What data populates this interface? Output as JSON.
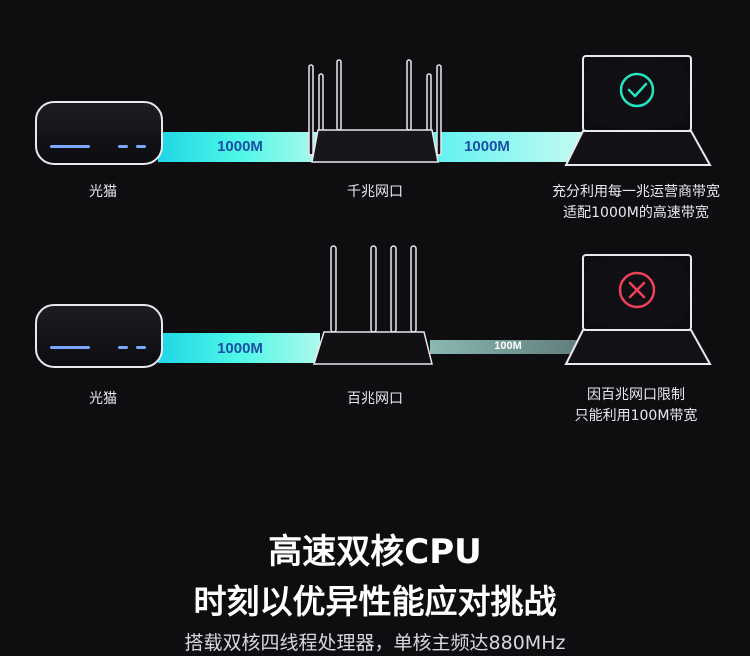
{
  "row1": {
    "modem_label": "光猫",
    "speed_left": "1000M",
    "router_label": "千兆网口",
    "speed_right": "1000M",
    "result_line1": "充分利用每一兆运营商带宽",
    "result_line2": "适配1000M的高速带宽",
    "status_icon": "check-icon"
  },
  "row2": {
    "modem_label": "光猫",
    "speed_left": "1000M",
    "router_label": "百兆网口",
    "speed_right": "100M",
    "result_line1": "因百兆网口限制",
    "result_line2": "只能利用100M带宽",
    "status_icon": "cross-icon"
  },
  "headline": {
    "line1": "高速双核CPU",
    "line2": "时刻以优异性能应对挑战",
    "line3": "搭载双核四线程处理器，单核主频达880MHz"
  },
  "colors": {
    "background": "#0e0e11",
    "beam_cyan": "#27f0ea",
    "check_green": "#27e3c0",
    "cross_red": "#f0405a"
  }
}
